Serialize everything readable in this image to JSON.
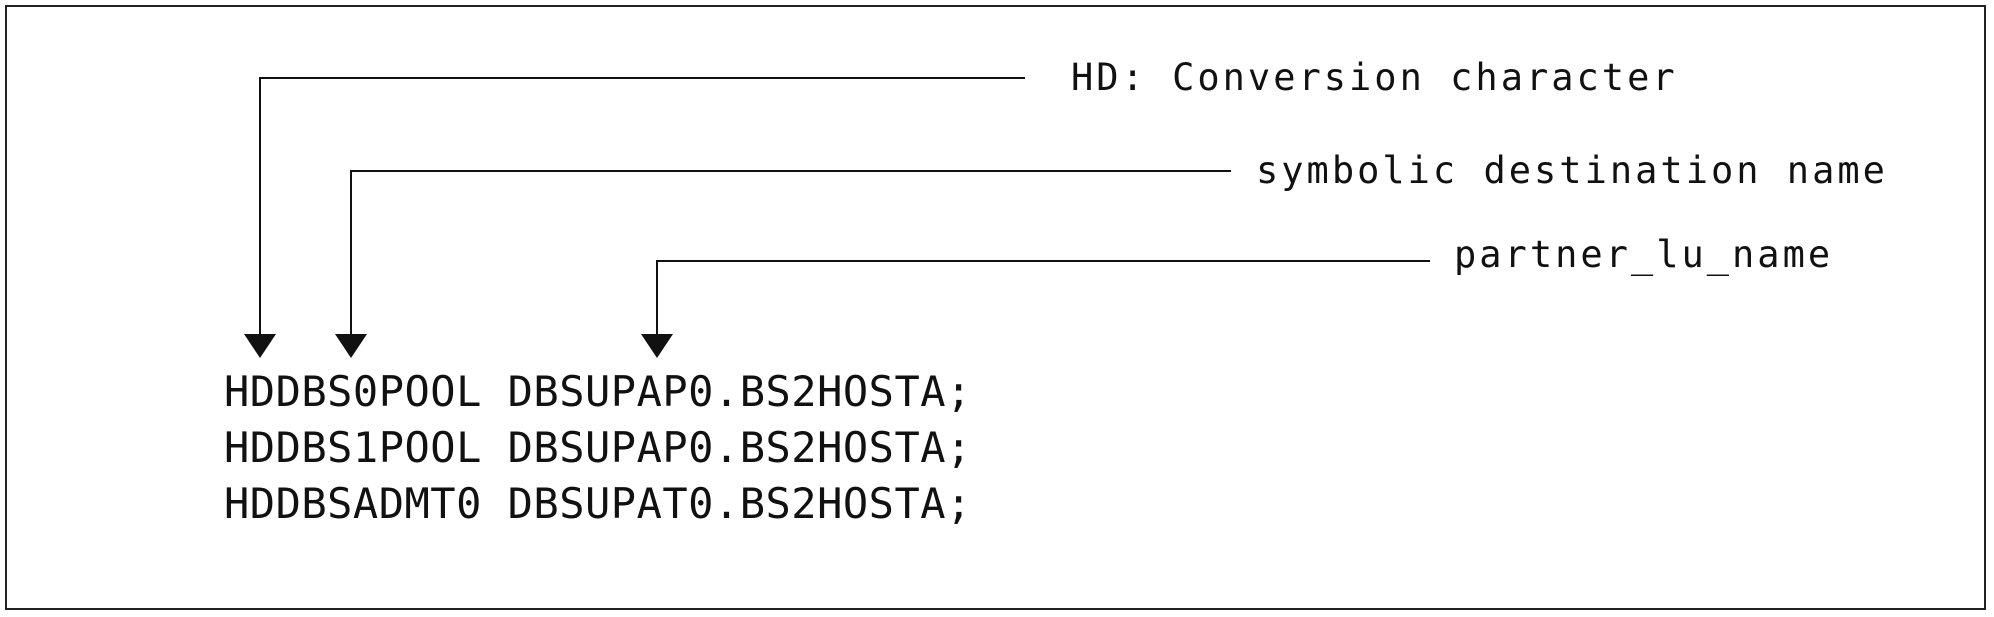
{
  "annotations": {
    "conversion_character": "HD: Conversion character",
    "symbolic_destination": "symbolic destination name",
    "partner_lu": "partner_lu_name"
  },
  "code_lines": [
    "HDDBS0POOL DBSUPAP0.BS2HOSTA;",
    "HDDBS1POOL DBSUPAP0.BS2HOSTA;",
    "HDDBSADMT0 DBSUPAT0.BS2HOSTA;"
  ],
  "colors": {
    "ink": "#111111",
    "frame": "#222222",
    "background": "#ffffff"
  }
}
